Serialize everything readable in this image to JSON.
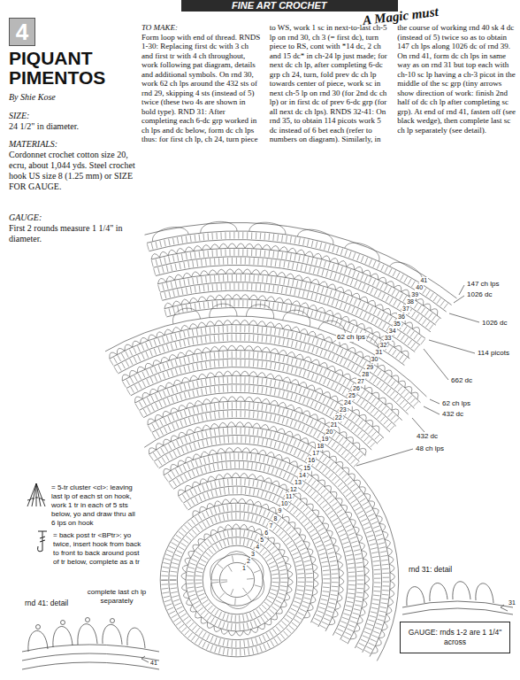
{
  "diagram": {
    "title": "PIQUANT PIMENTOS",
    "nodes": [
      {
        "text": [
          "4"
        ]
      },
      {
        "text": [
          "GAUGE: rnds 1-2 are 1 1/4\" across"
        ]
      }
    ],
    "labels": [
      "FINE ART CROCHET",
      "A Magic must",
      "By Shie Kose",
      "SIZE:",
      "24 1/2\" in diameter.",
      "MATERIALS:",
      "Cordonnet crochet cotton size 20, ecru, about 1,044 yds. Steel crochet hook US size 8 (1.25 mm) or SIZE FOR GAUGE.",
      "GAUGE:",
      "First 2 rounds measure 1 1/4\" in diameter.",
      "TO MAKE:",
      "Form loop with end of thread. RNDS 1-30: Replacing first dc with 3 ch and first tr with 4 ch throughout, work following pat diagram, details and additional symbols. On rnd 30, work 62 ch lps around the 432 sts of rnd 29, skipping 4 sts (instead of 5) twice (these two 4s are shown in bold type). RND 31: After completing each 6-dc grp worked in ch lps and dc below, form dc ch lps thus: for first ch lp, ch 24, turn piece to WS, work 1 sc in next-to-last ch-5 lp on rnd 30, ch 3 (= first dc), turn piece to RS, cont with *14 dc, 2 ch and 15 dc* in ch-24 lp just made; for next dc ch lp, after completing 6-dc grp ch 24, turn, fold prev dc ch lp towards center of piece, work sc in next ch-5 lp on rnd 30 (for 2nd dc ch lp) or in first dc of prev 6-dc grp (for all next dc ch lps). RNDS 32-41: On rnd 35, to obtain 114 picots work 5 dc instead of 6 bet each (refer to numbers on diagram). Similarly, in the course of working rnd 40 sk 4 dc (instead of 5) twice so as to obtain 147 ch lps along 1026 dc of rnd 39. On rnd 41, form dc ch lps in same way as on rnd 31 but top each with ch-10 sc lp having a ch-3 picot in the middle of the sc grp (tiny arrows show direction of work: finish 2nd half of dc ch lp after completing sc grp). At end of rnd 41, fasten off (see black wedge), then complete last sc ch lp separately (see detail).",
      "147 ch lps",
      "1026 dc",
      "1026 dc",
      "114 picots",
      "662 dc",
      "62 ch lps",
      "62 ch lps",
      "432 dc",
      "432 dc",
      "48 ch lps",
      "rnd 31: detail",
      "rnd 41: detail",
      "complete last ch lp separately",
      "31",
      "41",
      "1",
      "2",
      "3",
      "4",
      "5",
      "6",
      "7",
      "8",
      "9",
      "10",
      "11",
      "12",
      "13",
      "14",
      "15",
      "16",
      "17",
      "18",
      "19",
      "20",
      "21",
      "22",
      "23",
      "24",
      "25",
      "26",
      "27",
      "28",
      "29",
      "30",
      "31",
      "32",
      "33",
      "34",
      "35",
      "36",
      "37",
      "38",
      "39",
      "40",
      "41"
    ],
    "legend": [
      {
        "text": "= 5-tr cluster <cl>: leaving last lp of each st on hook, work 1 tr in each of 5 sts below, yo and draw thru all 6 lps on hook"
      },
      {
        "text": "= back post tr <BPtr>: yo twice, insert hook from back to front to back around post of tr below, complete as a tr"
      }
    ]
  }
}
